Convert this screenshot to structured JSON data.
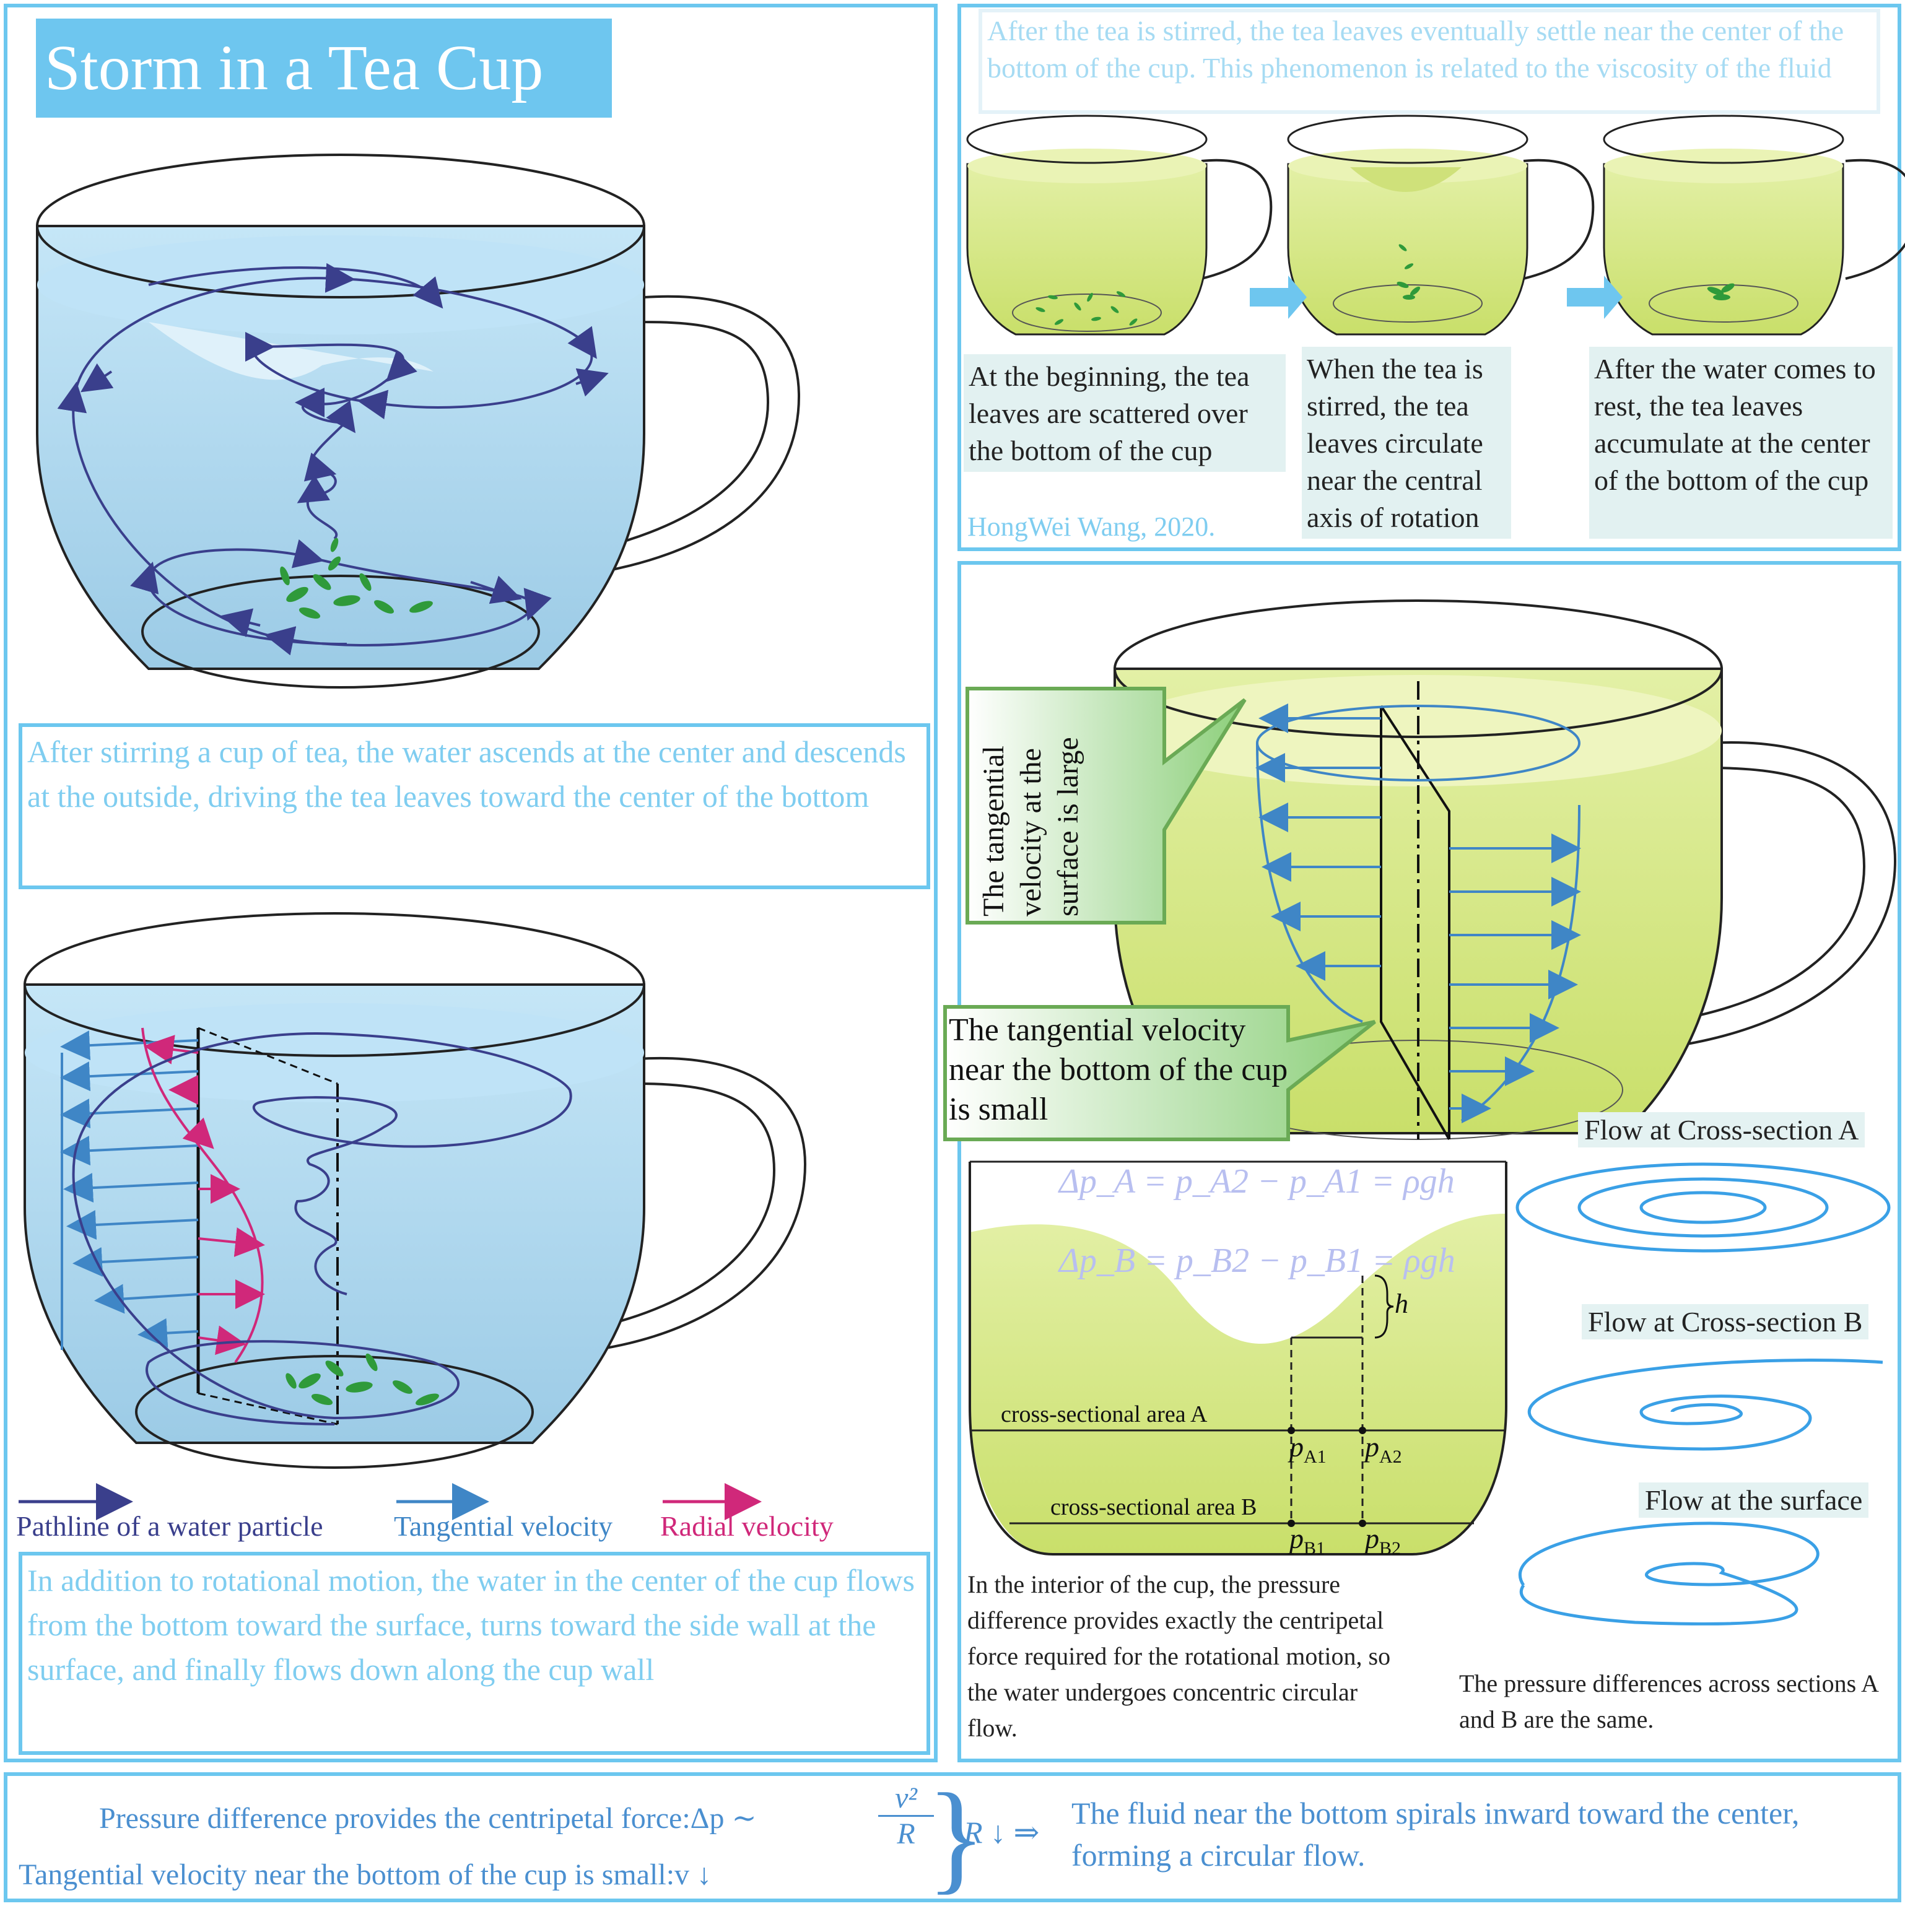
{
  "title": "Storm in a Tea Cup",
  "top_left_text": "After stirring a cup of tea, the water ascends at the center and descends at the outside, driving the tea leaves toward the center of the bottom",
  "bottom_left_text": "In addition to rotational motion, the water in the center of the cup flows from the bottom toward the surface, turns toward the side wall at the surface, and finally flows down along the cup wall",
  "legend": {
    "pathline": "Pathline of a water particle",
    "tangential": "Tangential velocity",
    "radial": "Radial velocity"
  },
  "top_right": {
    "intro": "After the tea is stirred, the tea leaves eventually settle near the center of the bottom of the cup. This phenomenon is related to the viscosity of the fluid",
    "captions": [
      "At the beginning, the tea leaves are scattered over the bottom of the cup",
      "When the tea is stirred, the tea leaves circulate near the central axis of rotation",
      "After the water comes to rest, the tea leaves accumulate at the center of the bottom of the cup"
    ],
    "credit": "HongWei Wang, 2020."
  },
  "right": {
    "callout_surface": "The tangential velocity at the surface is large",
    "callout_bottom": "The tangential velocity near the bottom of the cup is small",
    "formula_a": "Δp_A = p_A2 − p_A1 = ρgh",
    "formula_b": "Δp_B = p_B2 − p_B1 = ρgh",
    "h_label": "h",
    "area_a": "cross-sectional area A",
    "area_b": "cross-sectional area B",
    "pA1": "p",
    "pA1_sub": "A1",
    "pA2": "p",
    "pA2_sub": "A2",
    "pB1": "p",
    "pB1_sub": "B1",
    "pB2": "p",
    "pB2_sub": "B2",
    "interior_note": "In the interior of the cup, the pressure difference provides exactly the centripetal force required for the rotational motion, so the water undergoes concentric circular flow.",
    "sections": [
      "Flow at Cross-section A",
      "Flow at Cross-section B",
      "Flow at the surface"
    ],
    "same_note": "The pressure differences across sections A and B are the same."
  },
  "bottom": {
    "line1": "Pressure difference provides the centripetal force:Δp ∼",
    "frac_num": "v²",
    "frac_den": "R",
    "line2": "Tangential velocity near the bottom of the cup is small:v ↓",
    "implies": "R ↓ ⇒",
    "conclusion1": "The fluid near the bottom spirals inward toward the center,",
    "conclusion2": "forming a circular flow."
  },
  "colors": {
    "border": "#6cc7ef",
    "water_blue": "#a9d7ee",
    "tea_green": "#d6e98a",
    "pathline": "#3a3f8c",
    "tangential": "#3f86c6",
    "radial": "#d0287a",
    "text_blue": "#7fcdf0"
  }
}
